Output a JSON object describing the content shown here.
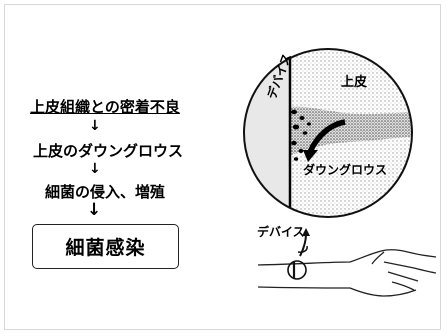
{
  "flow": {
    "step1": "上皮組織との密着不良",
    "step2": "上皮のダウングロウス",
    "step3": "細菌の侵入、増殖",
    "result": "細菌感染",
    "arrow": "↓"
  },
  "illustration": {
    "epithelium_label": "上皮",
    "device_label_vertical": "デバイス",
    "downgrowth_label": "ダウングロウス",
    "device_label_small": "デバイス"
  }
}
